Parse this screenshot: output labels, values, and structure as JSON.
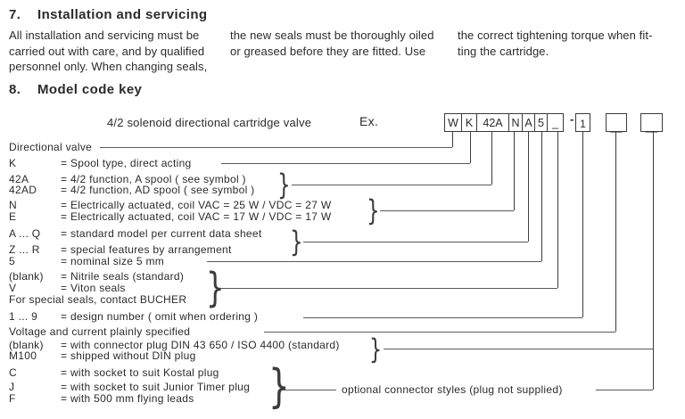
{
  "colors": {
    "ink": "#2b2b2b",
    "line": "#5a5a5a",
    "box_border": "#3a3a3a"
  },
  "section7": {
    "number": "7.",
    "title": "Installation and servicing",
    "col1": "All installation and servicing  must be\ncarried out with care, and by qualified\npersonnel only. When changing seals,",
    "col2": "the new seals must be thoroughly oiled\nor greased before they are fitted. Use",
    "col3": "the correct tightening torque when fit-\nting the cartridge."
  },
  "section8": {
    "number": "8.",
    "title": "Model code key",
    "product_label": "4/2 solenoid directional cartridge valve",
    "example_label": "Ex.",
    "code_cells": [
      "W",
      "K",
      "42A",
      "N",
      "A",
      "5",
      "_"
    ],
    "separator": "-",
    "design_cell": "1",
    "voltage_cell": "__",
    "connector_cell": "__",
    "rows": [
      {
        "text": "Directional valve"
      },
      {
        "code": "K",
        "desc": "= Spool type, direct acting"
      },
      {
        "code": "42A",
        "desc": "= 4/2 function, A spool  ( see symbol )"
      },
      {
        "code": "42AD",
        "desc": "= 4/2 function, AD spool  ( see symbol )"
      },
      {
        "code": "N",
        "desc": "= Electrically actuated, coil VAC = 25 W  /  VDC = 27 W"
      },
      {
        "code": "E",
        "desc": "= Electrically actuated, coil VAC = 17 W  /  VDC = 17 W"
      },
      {
        "code": "A ... Q",
        "desc": "= standard model per current data sheet"
      },
      {
        "code": "Z ... R",
        "desc": "= special features by arrangement"
      },
      {
        "code": "5",
        "desc": "= nominal size 5 mm"
      },
      {
        "code": "(blank)",
        "desc": "= Nitrile seals (standard)"
      },
      {
        "code": "V",
        "desc": "= Viton seals"
      },
      {
        "text": "For special seals, contact BUCHER"
      },
      {
        "code": "1 ... 9",
        "desc": "= design number  ( omit when ordering )"
      },
      {
        "text": "Voltage and current plainly specified"
      },
      {
        "code": "(blank)",
        "desc": "= with connector plug DIN 43 650 / ISO 4400 (standard)"
      },
      {
        "code": "M100",
        "desc": "= shipped without DIN plug"
      },
      {
        "code": "C",
        "desc": "= with socket to suit Kostal plug"
      },
      {
        "code": "J",
        "desc": "= with socket to suit Junior Timer plug"
      },
      {
        "code": "F",
        "desc": "= with 500 mm flying leads"
      }
    ],
    "optional_note": "optional connector styles (plug not supplied)"
  }
}
